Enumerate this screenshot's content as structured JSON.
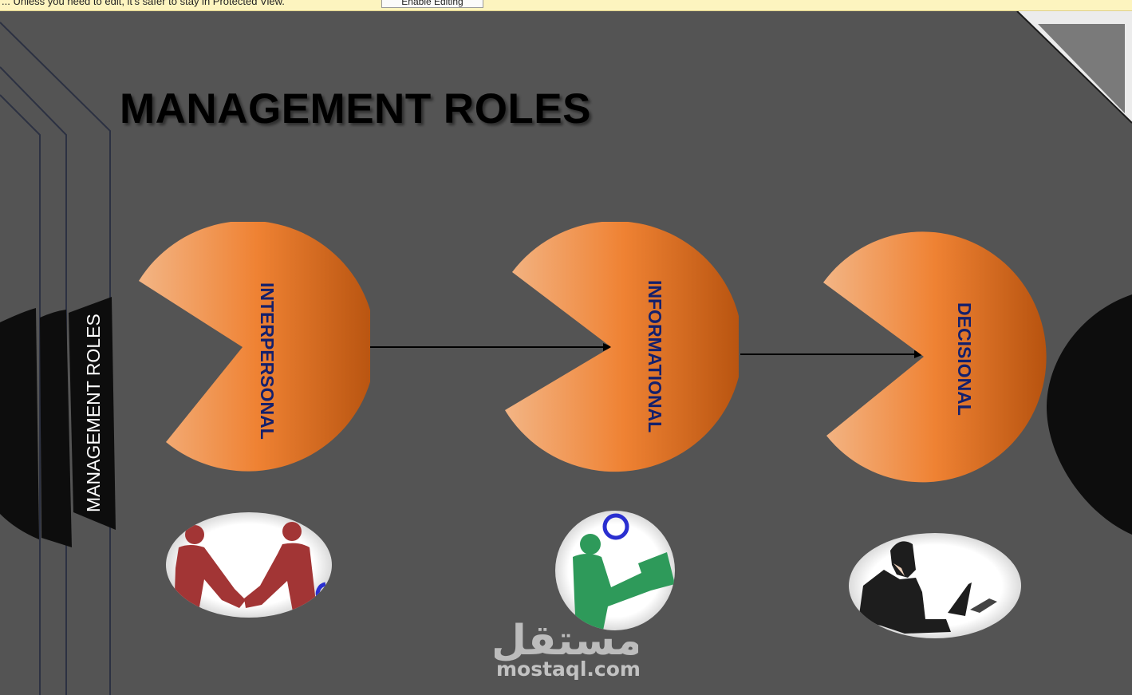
{
  "message_bar": {
    "text": "... Unless you need to edit, it's safer to stay in Protected View.",
    "button_label": "Enable Editing"
  },
  "slide": {
    "title": "MANAGEMENT ROLES",
    "side_label": "MANAGEMENT ROLES",
    "roles": [
      {
        "label": "INTERPERSONAL",
        "image": "handshake-icon"
      },
      {
        "label": "INFORMATIONAL",
        "image": "speaker-icon"
      },
      {
        "label": "DECISIONAL",
        "image": "woman-laptop-icon"
      }
    ]
  },
  "watermark": {
    "arabic": "مستقل",
    "domain": "mostaql.com"
  },
  "colors": {
    "background": "#545454",
    "orange_light": "#f3b585",
    "orange_mid": "#ef8233",
    "orange_dark": "#b7530f",
    "label_color": "#14206c",
    "handshake": "#a23535",
    "speaker": "#2e9a5a"
  }
}
